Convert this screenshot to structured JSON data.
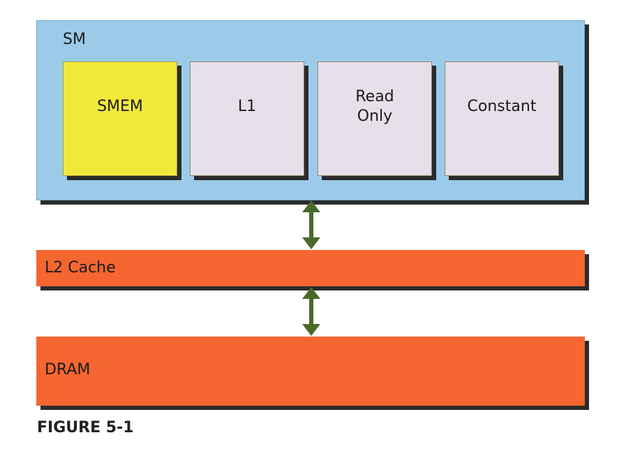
{
  "diagram": {
    "sm": {
      "label": "SM",
      "memories": [
        {
          "label": "SMEM",
          "color": "#f2e83c"
        },
        {
          "label": "L1",
          "color": "#e7dfea"
        },
        {
          "label": "Read\nOnly",
          "color": "#e7dfea"
        },
        {
          "label": "Constant",
          "color": "#e7dfea"
        }
      ],
      "color": "#9ccbea"
    },
    "l2": {
      "label": "L2 Cache",
      "color": "#f66630"
    },
    "dram": {
      "label": "DRAM",
      "color": "#f66630"
    },
    "arrow_color": "#4a6a2a",
    "caption": "FIGURE 5-1"
  }
}
